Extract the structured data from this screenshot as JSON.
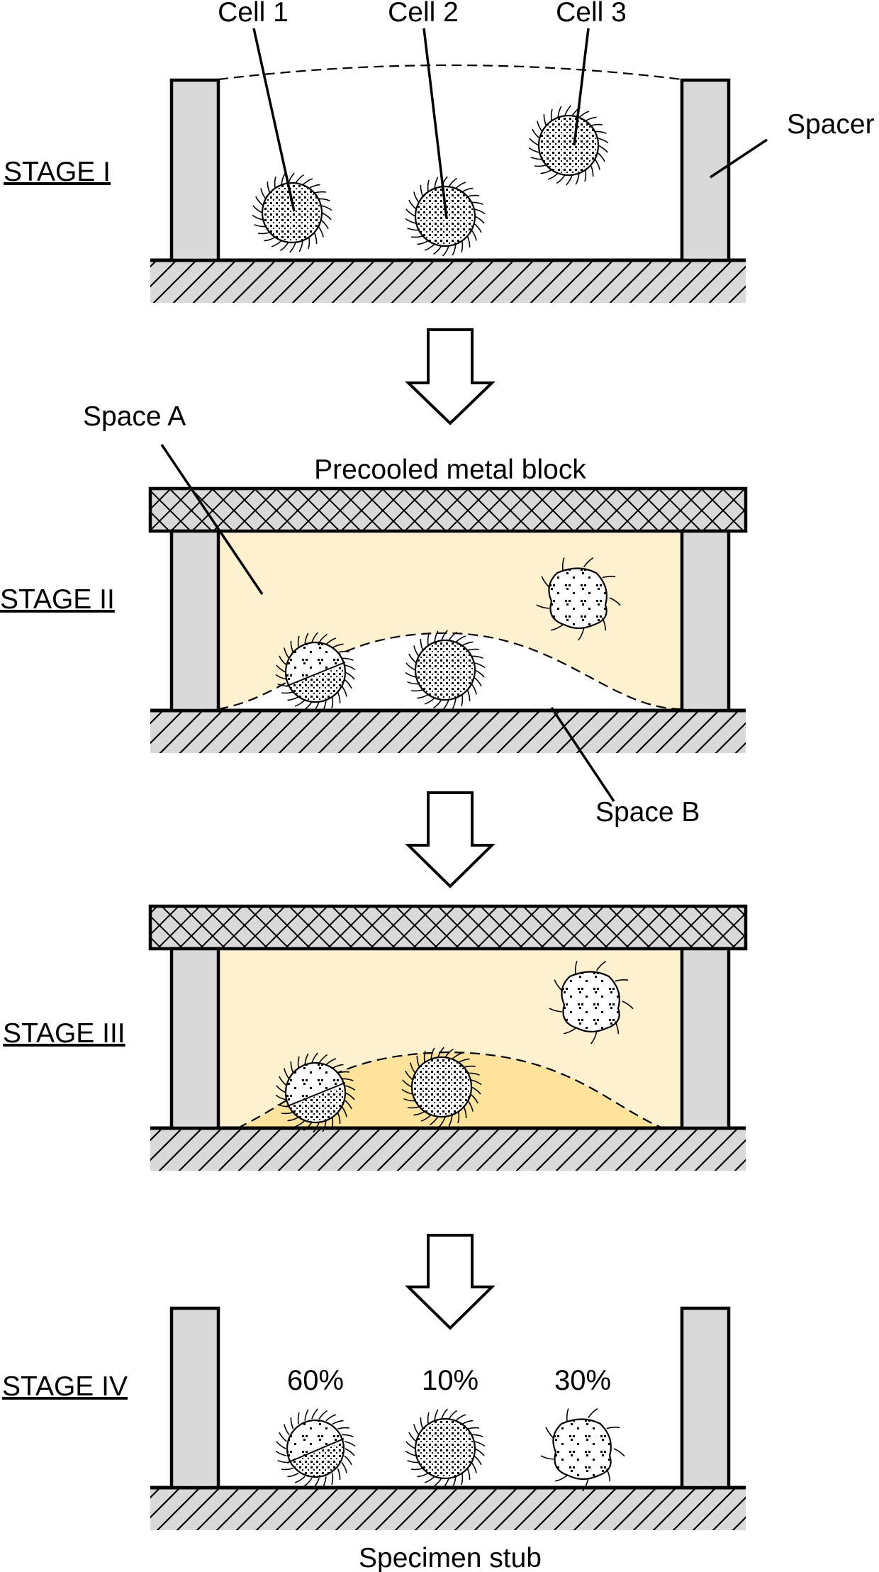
{
  "labels": {
    "cell1": "Cell 1",
    "cell2": "Cell 2",
    "cell3": "Cell 3",
    "spacer": "Spacer",
    "space_a": "Space A",
    "space_b": "Space B",
    "precooled": "Precooled metal block",
    "specimen_stub": "Specimen stub"
  },
  "stages": {
    "s1": "STAGE I",
    "s2": "STAGE II",
    "s3": "STAGE III",
    "s4": "STAGE IV"
  },
  "percentages": {
    "cell1": "60%",
    "cell2": "10%",
    "cell3": "30%"
  },
  "colors": {
    "space_a_fill": "#fdf1cf",
    "space_b_fill": "#ffffff",
    "stage3_mound_fill": "#fde49a",
    "wall_fill": "#d9d9d9",
    "block_fill": "#d9d9d9"
  }
}
